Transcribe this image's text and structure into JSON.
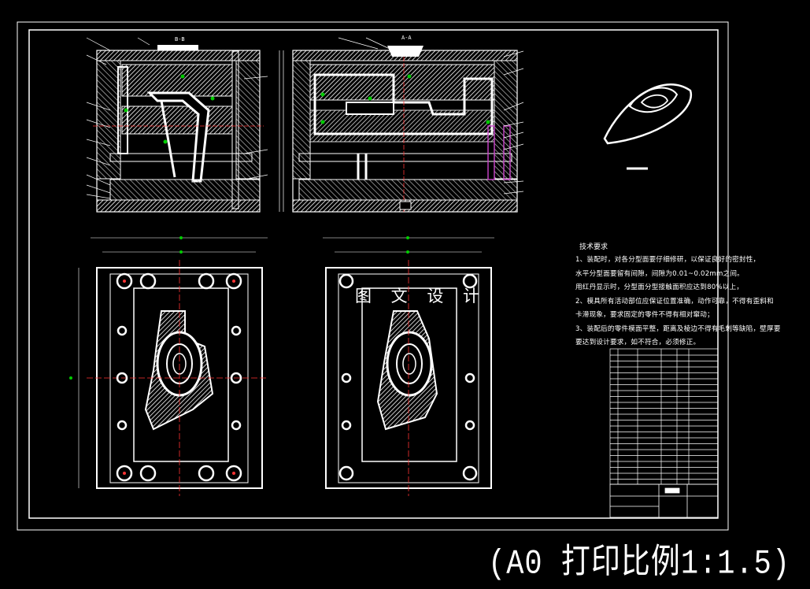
{
  "drawing": {
    "view_label_bb": "B-B",
    "view_label_aa": "A-A",
    "watermark": "图 文 设 计",
    "tech_requirements": {
      "title": "技术要求",
      "lines": [
        "1、装配时，对各分型面要仔细修研，以保证良好的密封性，",
        "水平分型面要留有间隙，间隙为0.01~0.02mm之间。",
        "用红丹显示时，分型面分型接触面积应达到80%以上，",
        "2、模具所有活动部位应保证位置准确，动作可靠，不得有歪斜和",
        "卡滞现象，要求固定的零件不得有相对窜动；",
        "3、装配后的零件模面平整，距离及棱边不得有毛刺等缺陷，壁厚要",
        "要达到设计要求，如不符合，必须修正。"
      ]
    },
    "scale_note": "(A0 打印比例1:1.5)"
  },
  "colors": {
    "background": "#000000",
    "line": "#ffffff",
    "accent_green": "#00cc00",
    "accent_red": "#ff3333",
    "accent_magenta": "#cc44cc"
  }
}
